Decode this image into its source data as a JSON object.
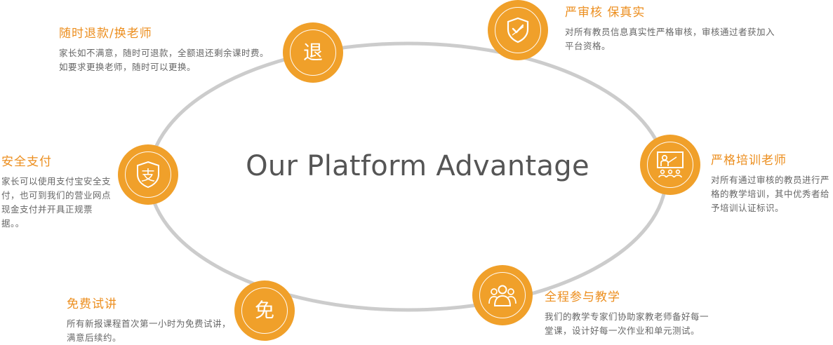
{
  "title": "Our Platform Advantage",
  "colors": {
    "accent": "#f0a02a",
    "title_text": "#ec8e1e",
    "ring": "#cccccc",
    "body_text": "#666666"
  },
  "features": [
    {
      "id": "refund",
      "icon": "refund-glyph-icon",
      "glyph": "退",
      "title": "随时退款/换老师",
      "desc": "家长如不满意，随时可退款，全额退还剩余课时费。如要求更换老师，随时可以更换。"
    },
    {
      "id": "review",
      "icon": "shield-check-icon",
      "title": "严审核 保真实",
      "desc": "对所有教员信息真实性严格审核，审核通过者获加入平台资格。"
    },
    {
      "id": "training",
      "icon": "teacher-board-icon",
      "title": "严格培训老师",
      "desc": "对所有通过审核的教员进行严格的教学培训，其中优秀者给予培训认证标识。"
    },
    {
      "id": "pay",
      "icon": "pay-glyph-icon",
      "glyph": "支",
      "title": "安全支付",
      "desc": "家长可以使用支付宝安全支付，也可到我们的营业网点现金支付并开具正规票据。。"
    },
    {
      "id": "trial",
      "icon": "free-glyph-icon",
      "glyph": "免",
      "title": "免费试讲",
      "desc": "所有新报课程首次第一小时为免费试讲，满意后续约。"
    },
    {
      "id": "tutoring",
      "icon": "people-group-icon",
      "title": "全程参与教学",
      "desc": "我们的教学专家们协助家教老师备好每一堂课，设计好每一次作业和单元测试。"
    }
  ]
}
